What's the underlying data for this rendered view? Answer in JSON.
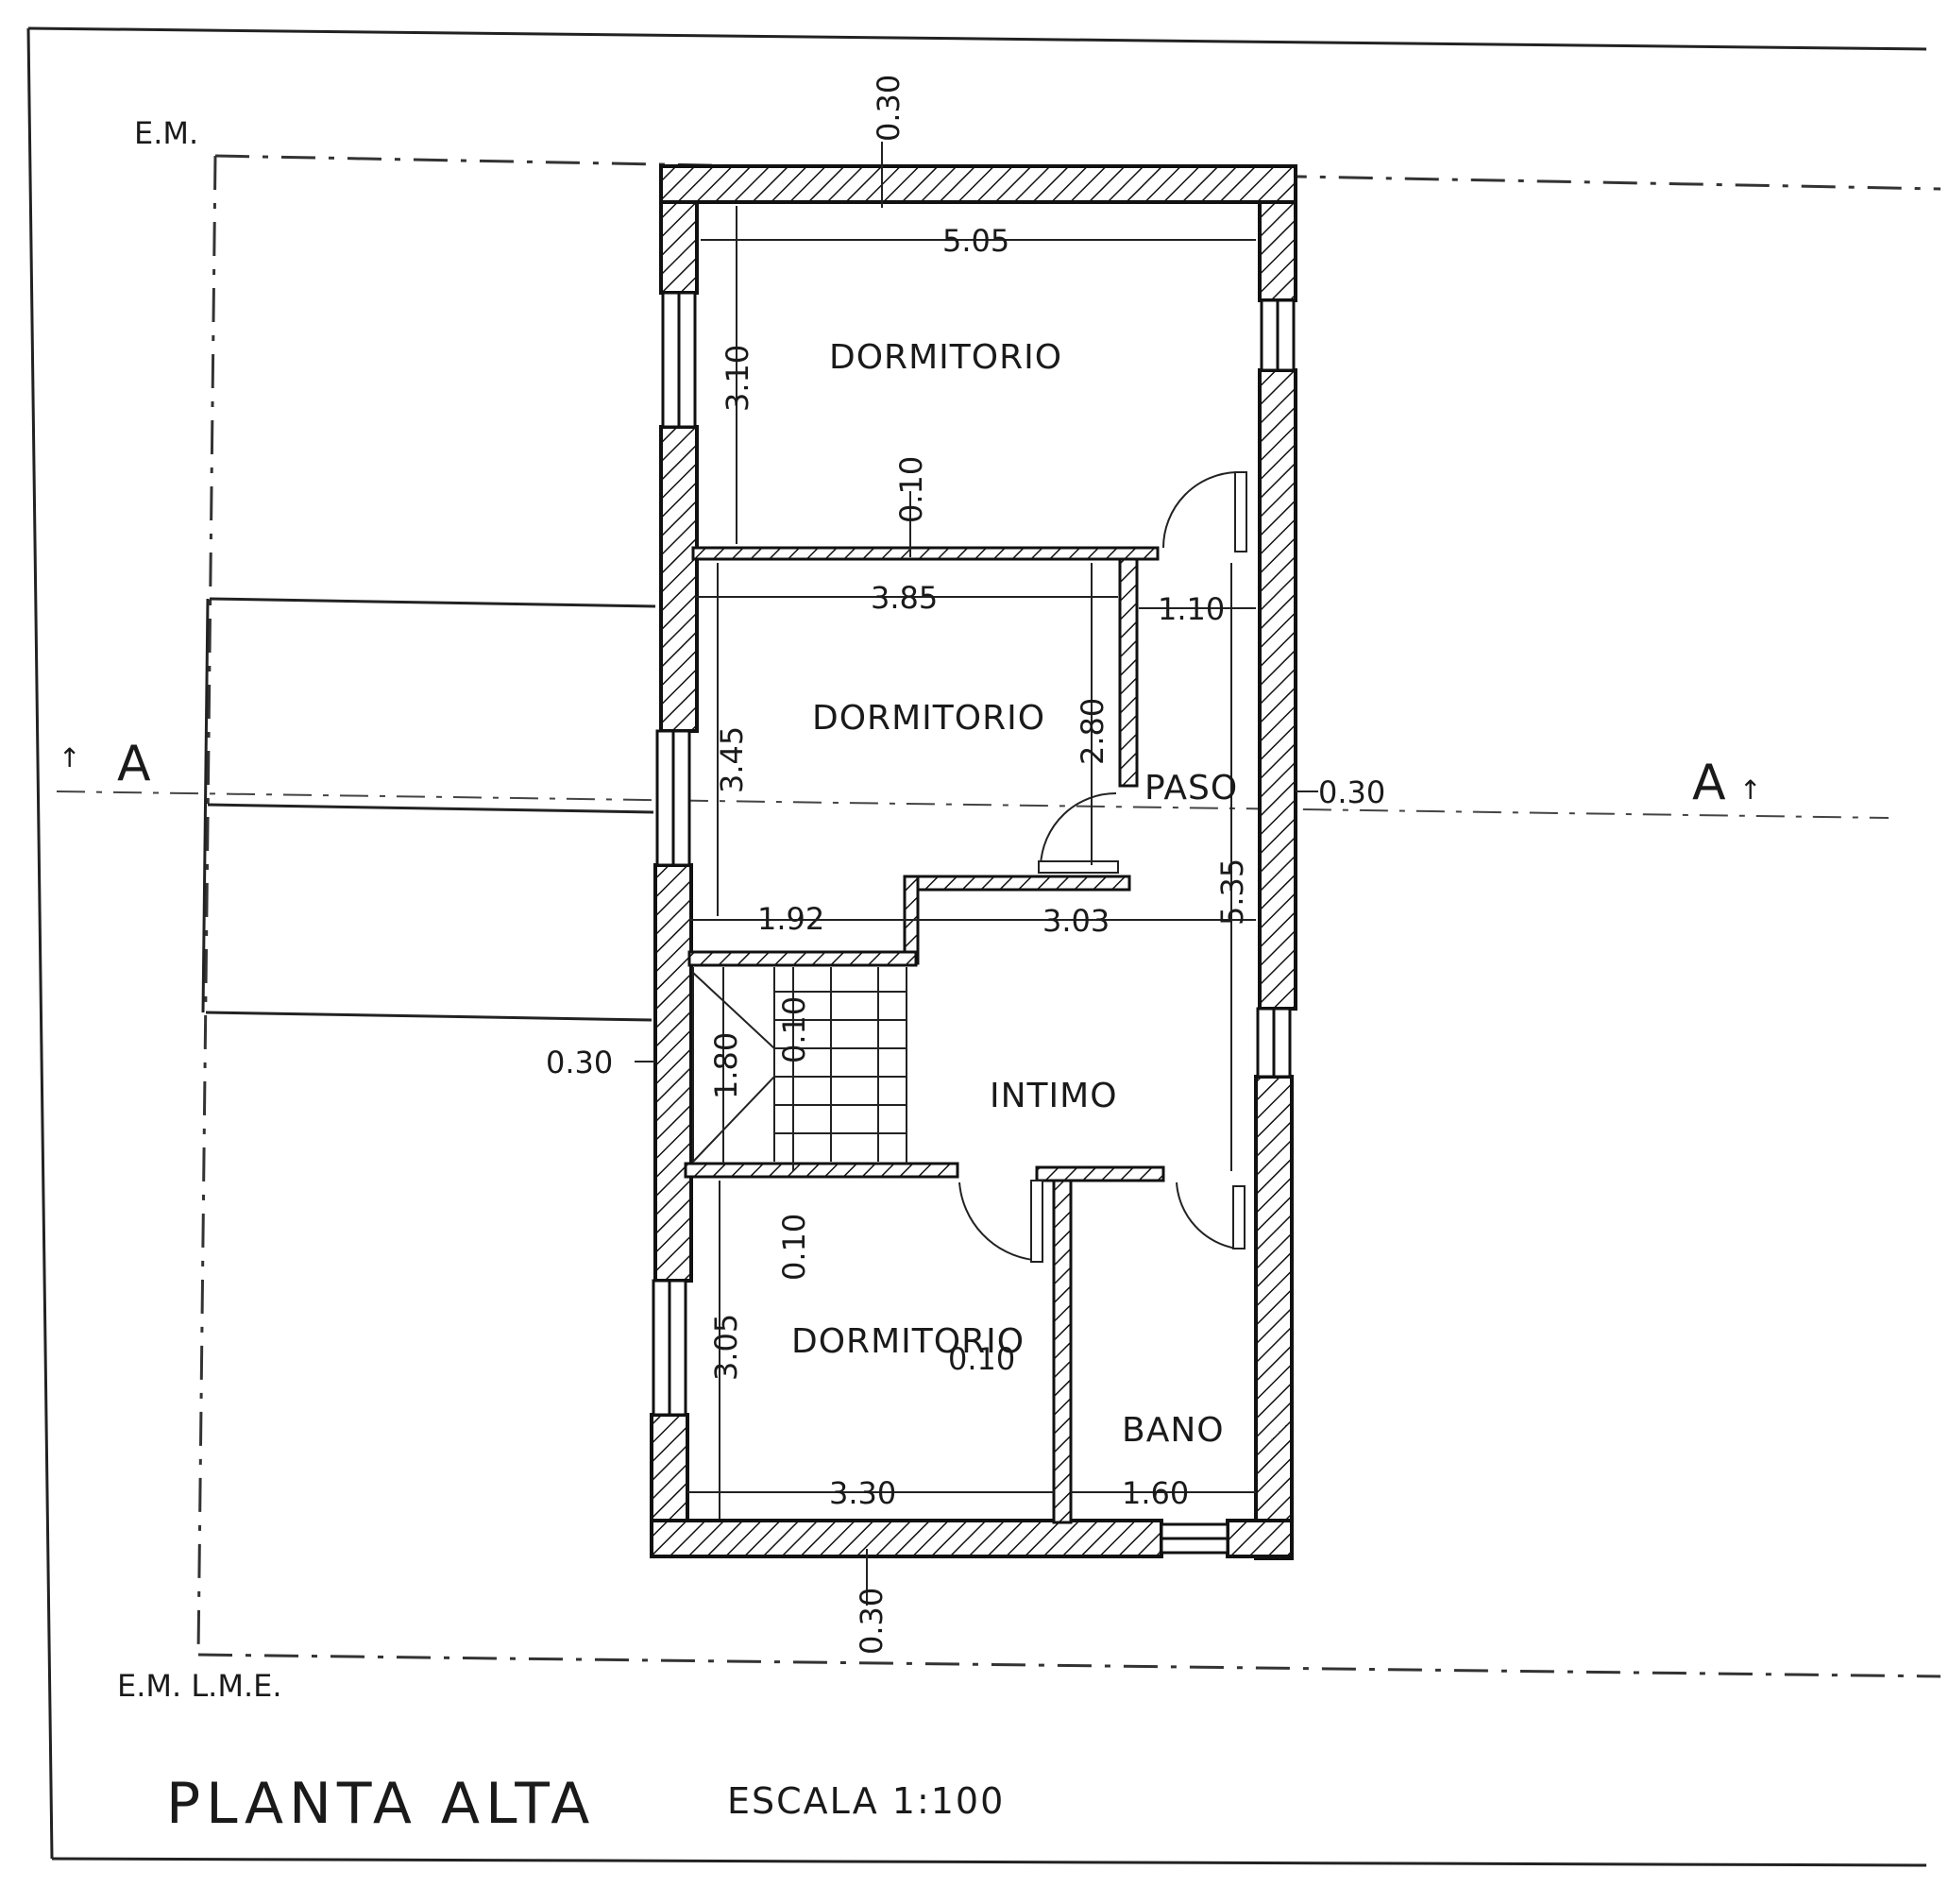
{
  "edge_labels": {
    "top_left": "E.M.",
    "bottom_left": "E.M.  L.M.E."
  },
  "section": {
    "left": "A",
    "right": "A"
  },
  "rooms": {
    "dormitorio_1": "DORMITORIO",
    "dormitorio_2": "DORMITORIO",
    "dormitorio_3": "DORMITORIO",
    "paso": "PASO",
    "intimo": "INTIMO",
    "bano": "BANO"
  },
  "dimensions": {
    "top_wall": "0.30",
    "d1_width": "5.05",
    "d1_depth": "3.10",
    "wall_d1_d2": "0.10",
    "d2_width": "3.85",
    "paso_width": "1.10",
    "d2_depth": "3.45",
    "partition": "2.80",
    "right_wall": "0.30",
    "corridor_length": "5.35",
    "stair_width": "1.92",
    "intimo_width": "3.03",
    "left_wall": "0.30",
    "stair_depth": "1.80",
    "wall_stair": "0.10",
    "wall_d3": "0.10",
    "d3_depth": "3.05",
    "wall_bano": "0.10",
    "d3_width": "3.30",
    "bano_width": "1.60",
    "bottom_wall": "0.30"
  },
  "footer": {
    "title": "PLANTA ALTA",
    "scale": "ESCALA 1:100"
  }
}
